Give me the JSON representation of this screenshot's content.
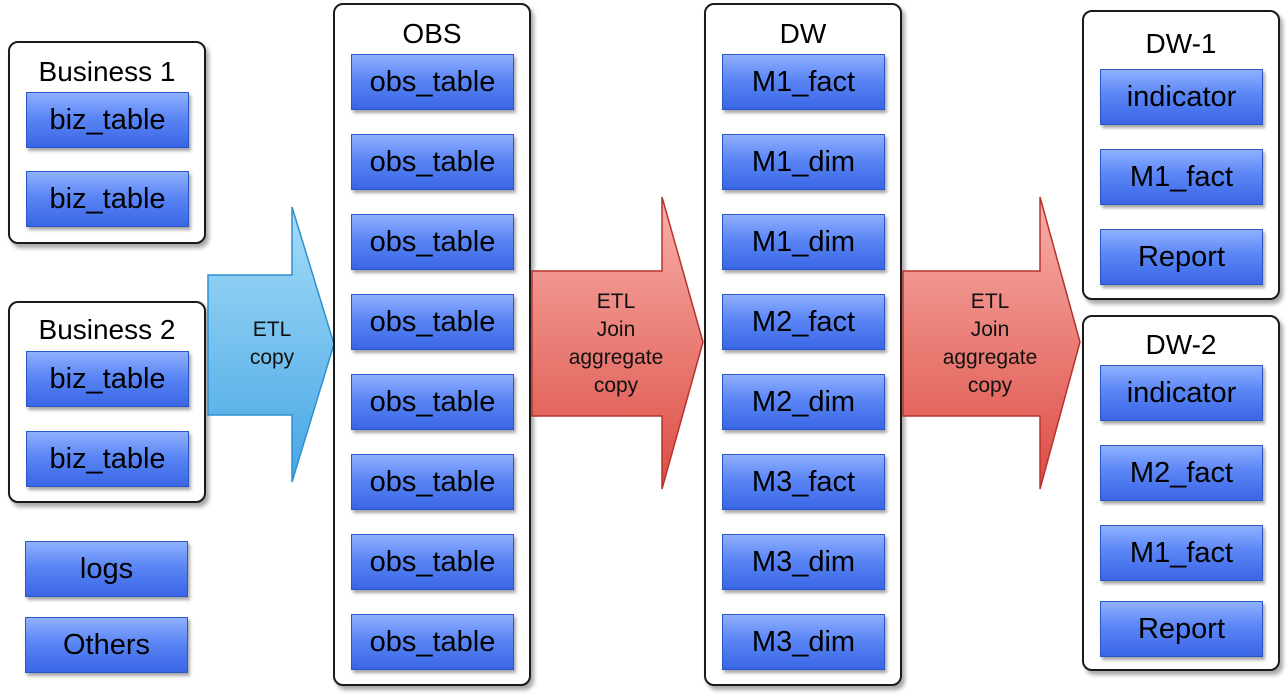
{
  "business1": {
    "title": "Business 1",
    "tables": [
      "biz_table",
      "biz_table"
    ]
  },
  "business2": {
    "title": "Business 2",
    "tables": [
      "biz_table",
      "biz_table"
    ]
  },
  "loose_sources": [
    "logs",
    "Others"
  ],
  "obs": {
    "title": "OBS",
    "tables": [
      "obs_table",
      "obs_table",
      "obs_table",
      "obs_table",
      "obs_table",
      "obs_table",
      "obs_table",
      "obs_table"
    ]
  },
  "dw": {
    "title": "DW",
    "tables": [
      "M1_fact",
      "M1_dim",
      "M1_dim",
      "M2_fact",
      "M2_dim",
      "M3_fact",
      "M3_dim",
      "M3_dim"
    ]
  },
  "dw1": {
    "title": "DW-1",
    "tables": [
      "indicator",
      "M1_fact",
      "Report"
    ]
  },
  "dw2": {
    "title": "DW-2",
    "tables": [
      "indicator",
      "M2_fact",
      "M1_fact",
      "Report"
    ]
  },
  "arrows": {
    "etl_copy": {
      "line1": "ETL",
      "line2": "copy",
      "color": "#5ab4ea"
    },
    "etl_join_1": {
      "line1": "ETL",
      "line2": "Join",
      "line3": "aggregate",
      "line4": "copy",
      "color": "#e2605a"
    },
    "etl_join_2": {
      "line1": "ETL",
      "line2": "Join",
      "line3": "aggregate",
      "line4": "copy",
      "color": "#e2605a"
    }
  }
}
